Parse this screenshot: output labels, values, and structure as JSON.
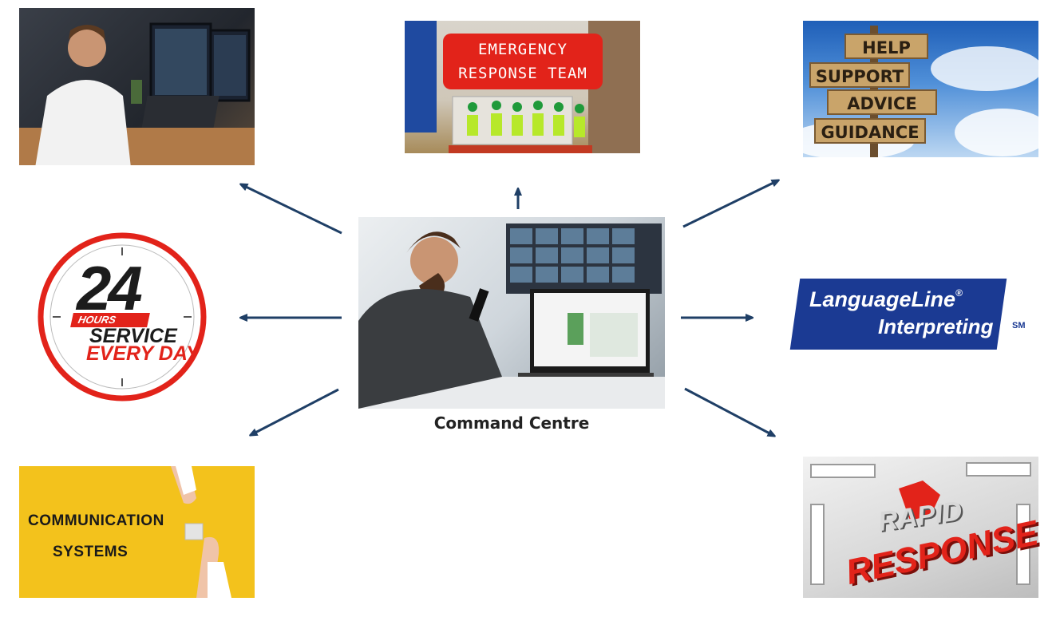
{
  "ert_sign": {
    "line1": "EMERGENCY",
    "line2": "RESPONSE TEAM"
  },
  "signpost": {
    "help": "HELP",
    "support": "SUPPORT",
    "advice": "ADVICE",
    "guidance": "GUIDANCE"
  },
  "service_badge": {
    "number": "24",
    "hours": "HOURS",
    "line1": "SERVICE",
    "line2": "EVERY DAY"
  },
  "center": {
    "caption": "Command Centre"
  },
  "languageline": {
    "name": "LanguageLine",
    "registered": "®",
    "service": "Interpreting",
    "mark": "SM"
  },
  "comm_tile": {
    "line1": "COMMUNICATION",
    "line2": "SYSTEMS"
  },
  "rapid_tile": {
    "line1": "RAPID",
    "line2": "RESPONSE"
  },
  "colors": {
    "arrow": "#1f3f66",
    "brand_red": "#e2231a",
    "languageline_blue": "#1b3a93",
    "comm_yellow": "#f3c21c"
  }
}
